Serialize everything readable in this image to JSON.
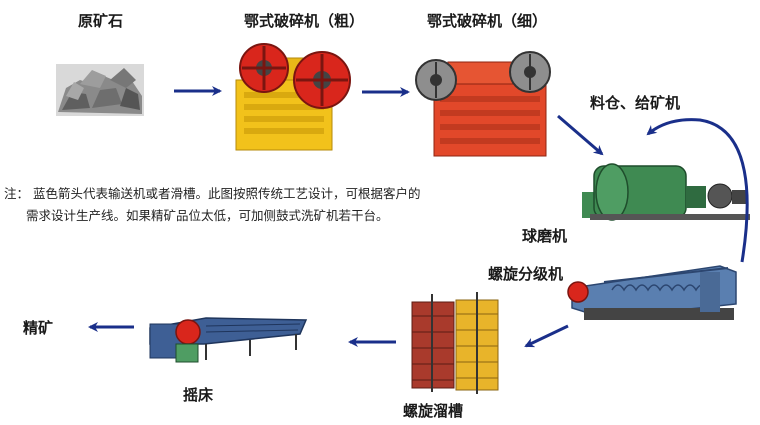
{
  "labels": {
    "raw_ore": "原矿石",
    "jaw_crusher_coarse": "鄂式破碎机（粗）",
    "jaw_crusher_fine": "鄂式破碎机（细）",
    "feeder_bin": "料仓、给矿机",
    "ball_mill": "球磨机",
    "spiral_classifier": "螺旋分级机",
    "spiral_chute": "螺旋溜槽",
    "shaking_table": "摇床",
    "concentrate": "精矿"
  },
  "note": {
    "line1": "注：  蓝色箭头代表输送机或者滑槽。此图按照传统工艺设计，可根据客户的",
    "line2": "需求设计生产线。如果精矿品位太低，可加侧鼓式洗矿机若干台。"
  },
  "colors": {
    "arrow": "#1a2f8a",
    "crusher_body": "#f2c21b",
    "crusher_body_fine": "#e2482a",
    "flywheel": "#d9261c",
    "mill": "#3f8a52",
    "classifier": "#5a7fb0",
    "chute_red": "#a93a2c",
    "chute_yellow": "#e8b42a",
    "table_blue": "#3e5f95"
  }
}
